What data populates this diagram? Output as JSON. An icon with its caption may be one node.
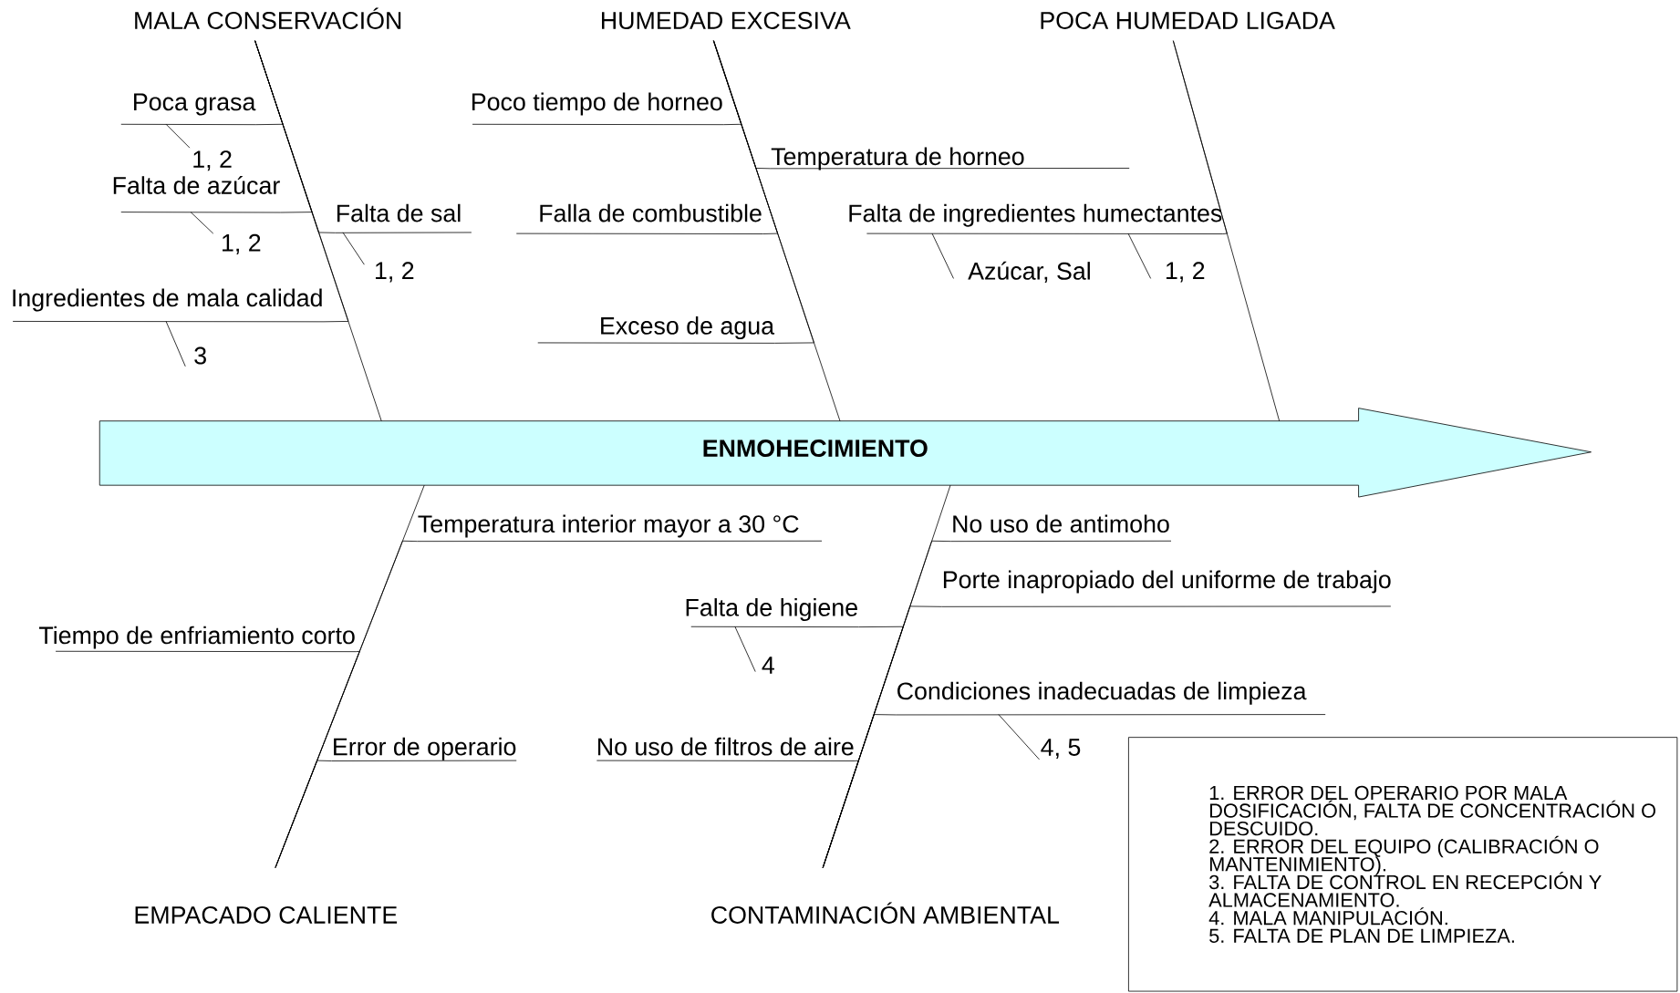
{
  "diagram": {
    "nodes": [
      {
        "text": [
          "ENMOHECIMIENTO"
        ]
      },
      {
        "text": [
          "MALA CONSERVACIÓN"
        ]
      },
      {
        "text": [
          "HUMEDAD EXCESIVA"
        ]
      },
      {
        "text": [
          "POCA HUMEDAD LIGADA"
        ]
      },
      {
        "text": [
          "Poca grasa"
        ]
      },
      {
        "text": [
          "1, 2"
        ]
      },
      {
        "text": [
          "Falta de azúcar"
        ]
      },
      {
        "text": [
          "1, 2"
        ]
      },
      {
        "text": [
          "Falta de sal"
        ]
      },
      {
        "text": [
          "1, 2"
        ]
      },
      {
        "text": [
          "Ingredientes de mala calidad"
        ]
      },
      {
        "text": [
          "3"
        ]
      },
      {
        "text": [
          "Poco tiempo de horneo"
        ]
      },
      {
        "text": [
          "Temperatura de horneo"
        ]
      },
      {
        "text": [
          "Falla de combustible"
        ]
      },
      {
        "text": [
          "Exceso de agua"
        ]
      },
      {
        "text": [
          "Falta de ingredientes humectantes"
        ]
      },
      {
        "text": [
          "Azúcar, Sal"
        ]
      },
      {
        "text": [
          "1, 2"
        ]
      },
      {
        "text": [
          "Temperatura interior mayor a 30 °C"
        ]
      },
      {
        "text": [
          "Tiempo de enfriamiento corto"
        ]
      },
      {
        "text": [
          "Error de operario"
        ]
      },
      {
        "text": [
          "No uso de antimoho"
        ]
      },
      {
        "text": [
          "Porte inapropiado del uniforme de trabajo"
        ]
      },
      {
        "text": [
          "Falta de higiene"
        ]
      },
      {
        "text": [
          "4"
        ]
      },
      {
        "text": [
          "Condiciones inadecuadas de limpieza"
        ]
      },
      {
        "text": [
          "4, 5"
        ]
      },
      {
        "text": [
          "No uso de filtros de aire"
        ]
      },
      {
        "text": [
          "EMPACADO CALIENTE"
        ]
      },
      {
        "text": [
          "CONTAMINACIÓN AMBIENTAL"
        ]
      },
      {
        "text": [
          "1. ERROR DEL OPERARIO POR MALA DOSIFICACIÓN, FALTA DE CONCENTRACIÓN O DESCUIDO.",
          "2. ERROR DEL EQUIPO (CALIBRACIÓN O MANTENIMIENTO).",
          "3. FALTA DE CONTROL EN RECEPCIÓN Y ALMACENAMIENTO.",
          "4. MALA MANIPULACIÓN.",
          "5. FALTA DE PLAN DE LIMPIEZA."
        ]
      }
    ],
    "edges": [
      {
        "from": 1,
        "to": 0,
        "arrow": "none"
      },
      {
        "from": 2,
        "to": 0,
        "arrow": "none"
      },
      {
        "from": 3,
        "to": 0,
        "arrow": "none"
      },
      {
        "from": 29,
        "to": 0,
        "arrow": "none"
      },
      {
        "from": 30,
        "to": 0,
        "arrow": "none"
      },
      {
        "from": 5,
        "to": 4,
        "arrow": "none"
      },
      {
        "from": 7,
        "to": 6,
        "arrow": "none"
      },
      {
        "from": 9,
        "to": 8,
        "arrow": "none"
      },
      {
        "from": 11,
        "to": 10,
        "arrow": "none"
      },
      {
        "from": 17,
        "to": 16,
        "arrow": "none"
      },
      {
        "from": 18,
        "to": 16,
        "arrow": "none"
      },
      {
        "from": 25,
        "to": 24,
        "arrow": "none"
      },
      {
        "from": 27,
        "to": 26,
        "arrow": "none"
      },
      {
        "from": 4,
        "to": 1,
        "arrow": "none"
      },
      {
        "from": 6,
        "to": 1,
        "arrow": "none"
      },
      {
        "from": 8,
        "to": 1,
        "arrow": "none"
      },
      {
        "from": 10,
        "to": 1,
        "arrow": "none"
      },
      {
        "from": 12,
        "to": 2,
        "arrow": "none"
      },
      {
        "from": 13,
        "to": 2,
        "arrow": "none"
      },
      {
        "from": 14,
        "to": 2,
        "arrow": "none"
      },
      {
        "from": 15,
        "to": 2,
        "arrow": "none"
      },
      {
        "from": 16,
        "to": 3,
        "arrow": "none"
      },
      {
        "from": 19,
        "to": 29,
        "arrow": "none"
      },
      {
        "from": 20,
        "to": 29,
        "arrow": "none"
      },
      {
        "from": 21,
        "to": 29,
        "arrow": "none"
      },
      {
        "from": 22,
        "to": 30,
        "arrow": "none"
      },
      {
        "from": 23,
        "to": 30,
        "arrow": "none"
      },
      {
        "from": 24,
        "to": 30,
        "arrow": "none"
      },
      {
        "from": 26,
        "to": 30,
        "arrow": "none"
      },
      {
        "from": 28,
        "to": 30,
        "arrow": "none"
      }
    ]
  }
}
